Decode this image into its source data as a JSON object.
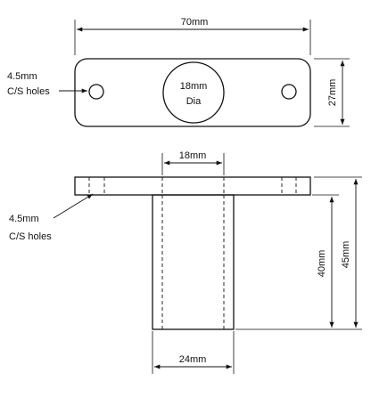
{
  "top_view": {
    "width_label": "70mm",
    "height_label": "27mm",
    "hole_label_line1": "4.5mm",
    "hole_label_line2": "C/S holes",
    "center_label_line1": "18mm",
    "center_label_line2": "Dia"
  },
  "side_view": {
    "top_width_label": "18mm",
    "bottom_width_label": "24mm",
    "height_inner_label": "40mm",
    "height_total_label": "45mm",
    "hole_label_line1": "4.5mm",
    "hole_label_line2": "C/S holes"
  }
}
